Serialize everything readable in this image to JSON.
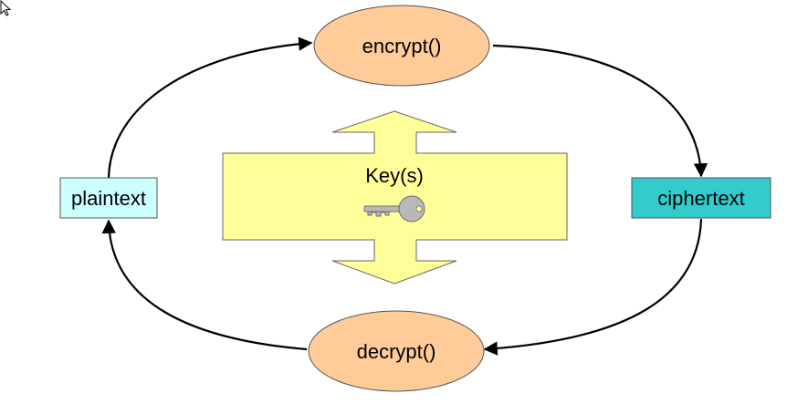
{
  "nodes": {
    "encrypt": {
      "label": "encrypt()"
    },
    "decrypt": {
      "label": "decrypt()"
    },
    "plaintext": {
      "label": "plaintext"
    },
    "ciphertext": {
      "label": "ciphertext"
    }
  },
  "key_block": {
    "label": "Key(s)",
    "icon": "key-icon"
  },
  "colors": {
    "oval_fill": "#ffcc99",
    "oval_stroke": "#555555",
    "plaintext_fill": "#ccffff",
    "ciphertext_fill": "#33cccc",
    "key_block_fill": "#ffff99",
    "key_metal": "#b8b8b8",
    "line": "#000000"
  },
  "cursor": {
    "icon": "mouse-pointer-icon"
  }
}
